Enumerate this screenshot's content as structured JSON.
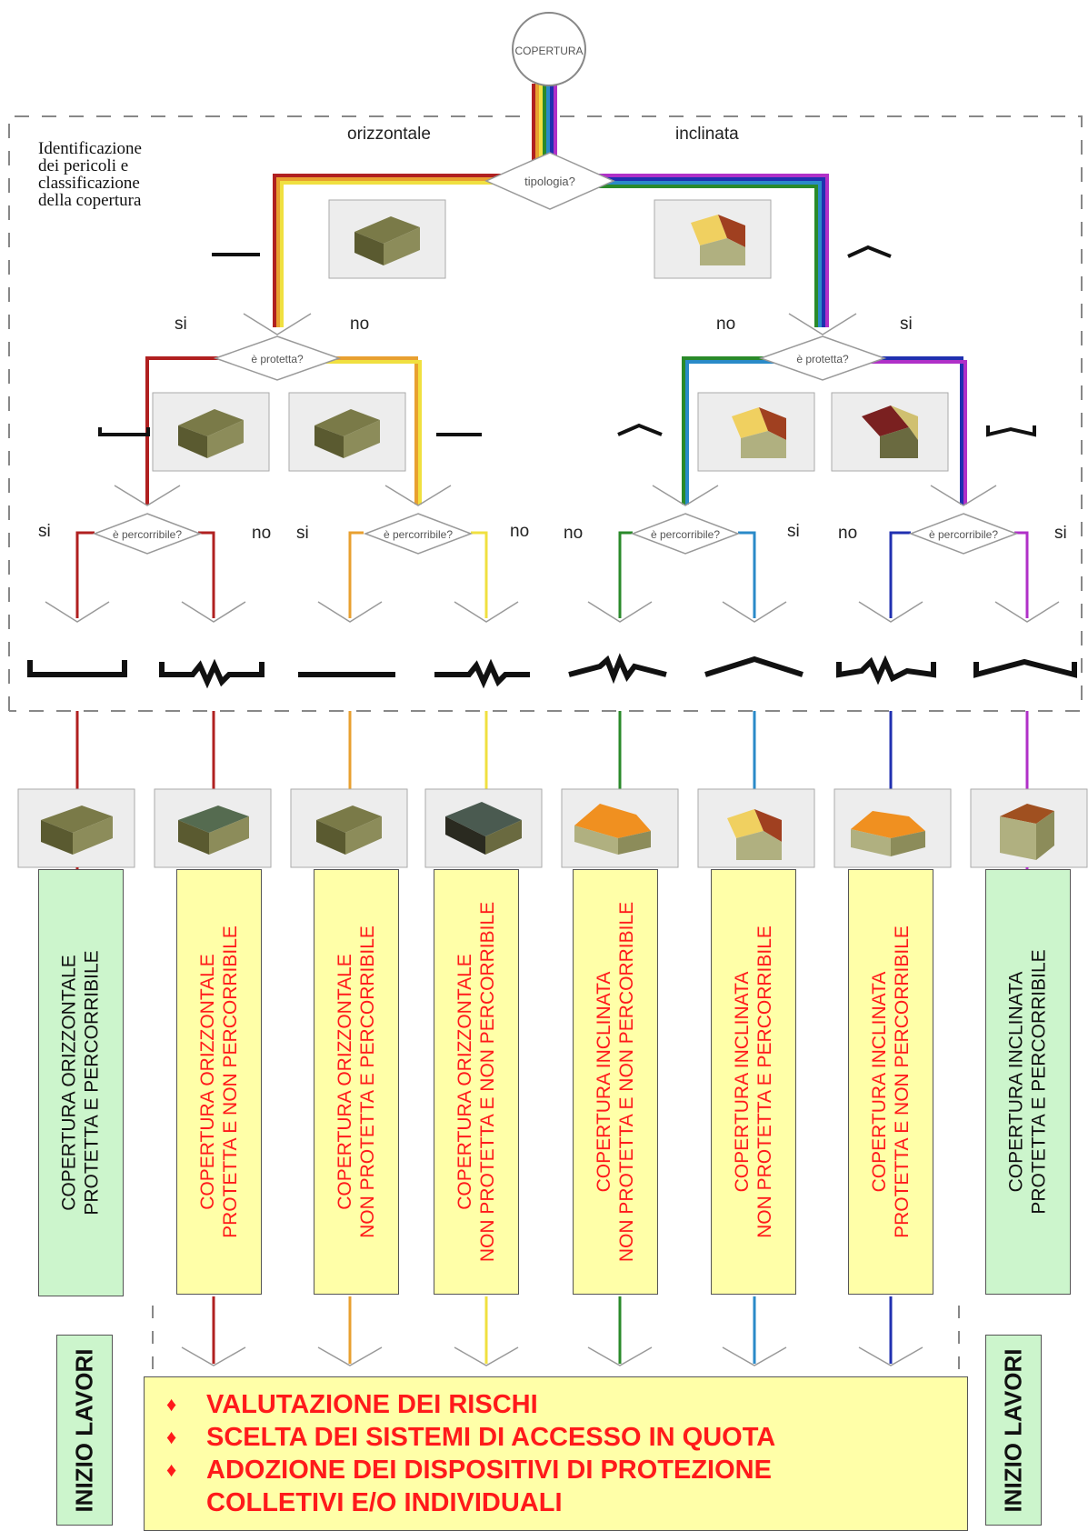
{
  "root": "COPERTURA",
  "section_title": [
    "Identificazione",
    "dei pericoli e",
    "classificazione",
    "della copertura"
  ],
  "questions": {
    "tipologia": "tipologia?",
    "protetta": "è protetta?",
    "percorribile": "è percorribile?"
  },
  "branch_labels": {
    "orizzontale": "orizzontale",
    "inclinata": "inclinata",
    "si": "si",
    "no": "no"
  },
  "outcomes": [
    {
      "lines": [
        "COPERTURA ORIZZONTALE",
        "PROTETTA E PERCORRIBILE"
      ],
      "style": "green",
      "color": "#b02020"
    },
    {
      "lines": [
        "COPERTURA ORIZZONTALE",
        "PROTETTA E NON PERCORRIBILE"
      ],
      "style": "yellow",
      "color": "#b02020"
    },
    {
      "lines": [
        "COPERTURA ORIZZONTALE",
        "NON PROTETTA E PERCORRIBILE"
      ],
      "style": "yellow",
      "color": "#e8a030"
    },
    {
      "lines": [
        "COPERTURA ORIZZONTALE",
        "NON PROTETTA E NON PERCORRIBILE"
      ],
      "style": "yellow",
      "color": "#f0e040"
    },
    {
      "lines": [
        "COPERTURA INCLINATA",
        "NON PROTETTA E NON PERCORRIBILE"
      ],
      "style": "yellow",
      "color": "#2a8a2a"
    },
    {
      "lines": [
        "COPERTURA INCLINATA",
        "NON PROTETTA E PERCORRIBILE"
      ],
      "style": "yellow",
      "color": "#2a8ac8"
    },
    {
      "lines": [
        "COPERTURA INCLINATA",
        "PROTETTA E NON PERCORRIBILE"
      ],
      "style": "yellow",
      "color": "#2030b0"
    },
    {
      "lines": [
        "COPERTURA INCLINATA",
        "PROTETTA E PERCORRIBILE"
      ],
      "style": "green",
      "color": "#b030c8"
    }
  ],
  "inizio_label": "INIZIO LAVORI",
  "actions": [
    "VALUTAZIONE DEI RISCHI",
    "SCELTA DEI SISTEMI DI ACCESSO IN QUOTA",
    "ADOZIONE DEI DISPOSITIVI DI PROTEZIONE",
    "COLLETIVI E/O INDIVIDUALI"
  ],
  "bullet": "♦",
  "colors": {
    "red": "#b02020",
    "orange": "#e8a030",
    "yellow": "#f0e040",
    "green": "#2a8a2a",
    "blue": "#2a8ac8",
    "navy": "#2030b0",
    "purple": "#b030c8",
    "box_green": "#ccf5cc",
    "box_yellow": "#ffffa8",
    "text_red": "#ff1a1a"
  }
}
